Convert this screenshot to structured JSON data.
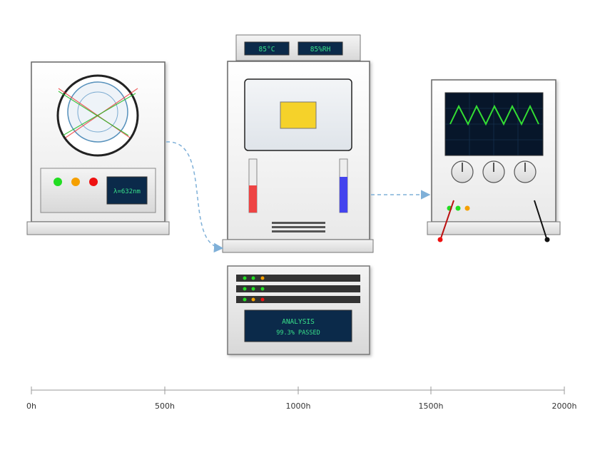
{
  "colors": {
    "display_bg": "#0b2a4a",
    "display_text": "#38e08a",
    "led_green": "#22dd22",
    "led_orange": "#f5a000",
    "led_red": "#ee1111",
    "trace": "#33dd33",
    "connector": "#7fb0d8",
    "thermo_red": "#ee4444",
    "thermo_blue": "#4444ee",
    "sample": "#f5d22a"
  },
  "laser": {
    "wavelength": "λ=632nm",
    "icon": "interferometer-lens-icon"
  },
  "chamber": {
    "temperature": "85°C",
    "humidity": "85%RH"
  },
  "analysis": {
    "title": "ANALYSIS",
    "result": "99.3% PASSED"
  },
  "oscilloscope": {
    "icon": "waveform-icon"
  },
  "timeline": {
    "ticks": [
      "0h",
      "500h",
      "1000h",
      "1500h",
      "2000h"
    ]
  }
}
